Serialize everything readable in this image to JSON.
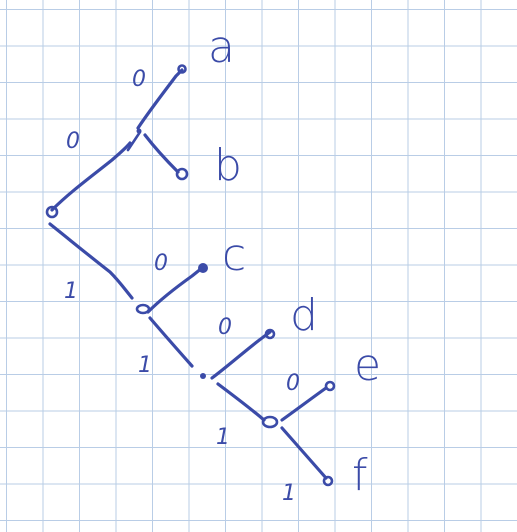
{
  "diagram": {
    "leaves": [
      {
        "id": "leaf-a",
        "label": "a"
      },
      {
        "id": "leaf-b",
        "label": "b"
      },
      {
        "id": "leaf-c",
        "label": "c"
      },
      {
        "id": "leaf-d",
        "label": "d"
      },
      {
        "id": "leaf-e",
        "label": "e"
      },
      {
        "id": "leaf-f",
        "label": "f"
      }
    ],
    "edge_labels": {
      "root_upper": "0",
      "root_lower": "1",
      "n1_to_a": "0",
      "n2_to_c": "0",
      "n2_to_n3": "1",
      "n3_to_d": "0",
      "n3_to_n4": "1",
      "n4_to_e": "0",
      "n4_to_f": "1"
    },
    "colors": {
      "ink": "#3b4ba8",
      "grid": "#b9cde6",
      "paper": "#ffffff"
    }
  }
}
